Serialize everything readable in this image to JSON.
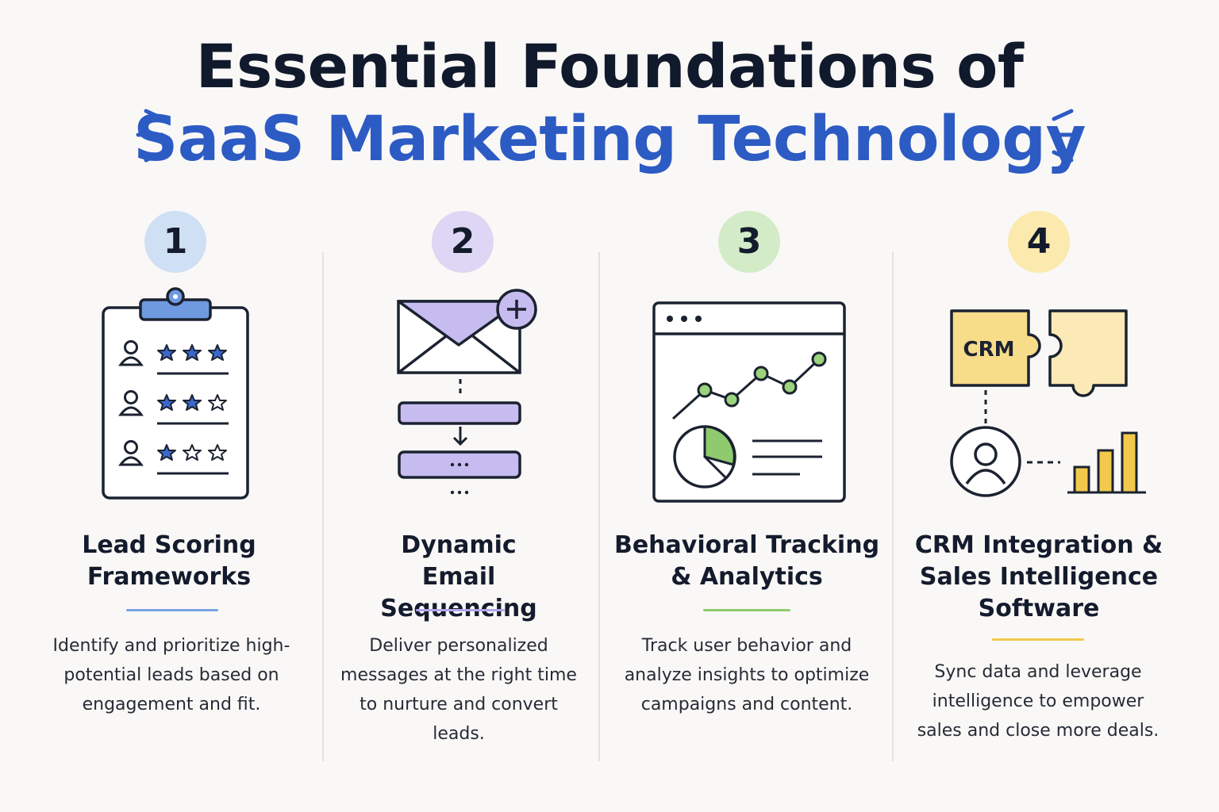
{
  "header": {
    "title_line1": "Essential Foundations of",
    "title_line2": "SaaS Marketing Technology"
  },
  "colors": {
    "accent_blue": "#2d5bc4",
    "col1": "#7aa3e3",
    "col2": "#b4a6ea",
    "col3": "#8fca6f",
    "col4": "#f2c94c"
  },
  "columns": [
    {
      "number": "1",
      "icon": "clipboard-lead-scoring-icon",
      "title": "Lead Scoring Frameworks",
      "description": "Identify and prioritize high-potential leads based on engagement and fit."
    },
    {
      "number": "2",
      "icon": "email-sequence-icon",
      "title": "Dynamic Email Sequencing",
      "description": "Deliver personalized messages at the right time to nurture and convert leads."
    },
    {
      "number": "3",
      "icon": "analytics-dashboard-icon",
      "title": "Behavioral Tracking & Analytics",
      "description": "Track user behavior and analyze insights to optimize campaigns and content."
    },
    {
      "number": "4",
      "icon": "crm-integration-icon",
      "title": "CRM Integration & Sales Intelligence Software",
      "description": "Sync data and leverage intelligence to empower sales and close more deals.",
      "crm_label": "CRM"
    }
  ]
}
